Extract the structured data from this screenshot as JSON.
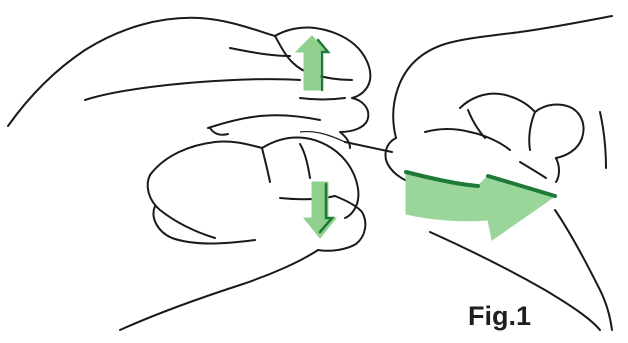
{
  "figure": {
    "label": "Fig.1",
    "colors": {
      "outline": "#1a1a1a",
      "arrow_light": "#8fd08f",
      "arrow_fill": "#9ad59a",
      "arrow_dark": "#1f7a3a",
      "background": "#ffffff"
    },
    "icons": [
      "left-hand",
      "right-hand",
      "thumb-arrow-up",
      "finger-arrow-down",
      "pull-arrow-right",
      "thread"
    ]
  }
}
